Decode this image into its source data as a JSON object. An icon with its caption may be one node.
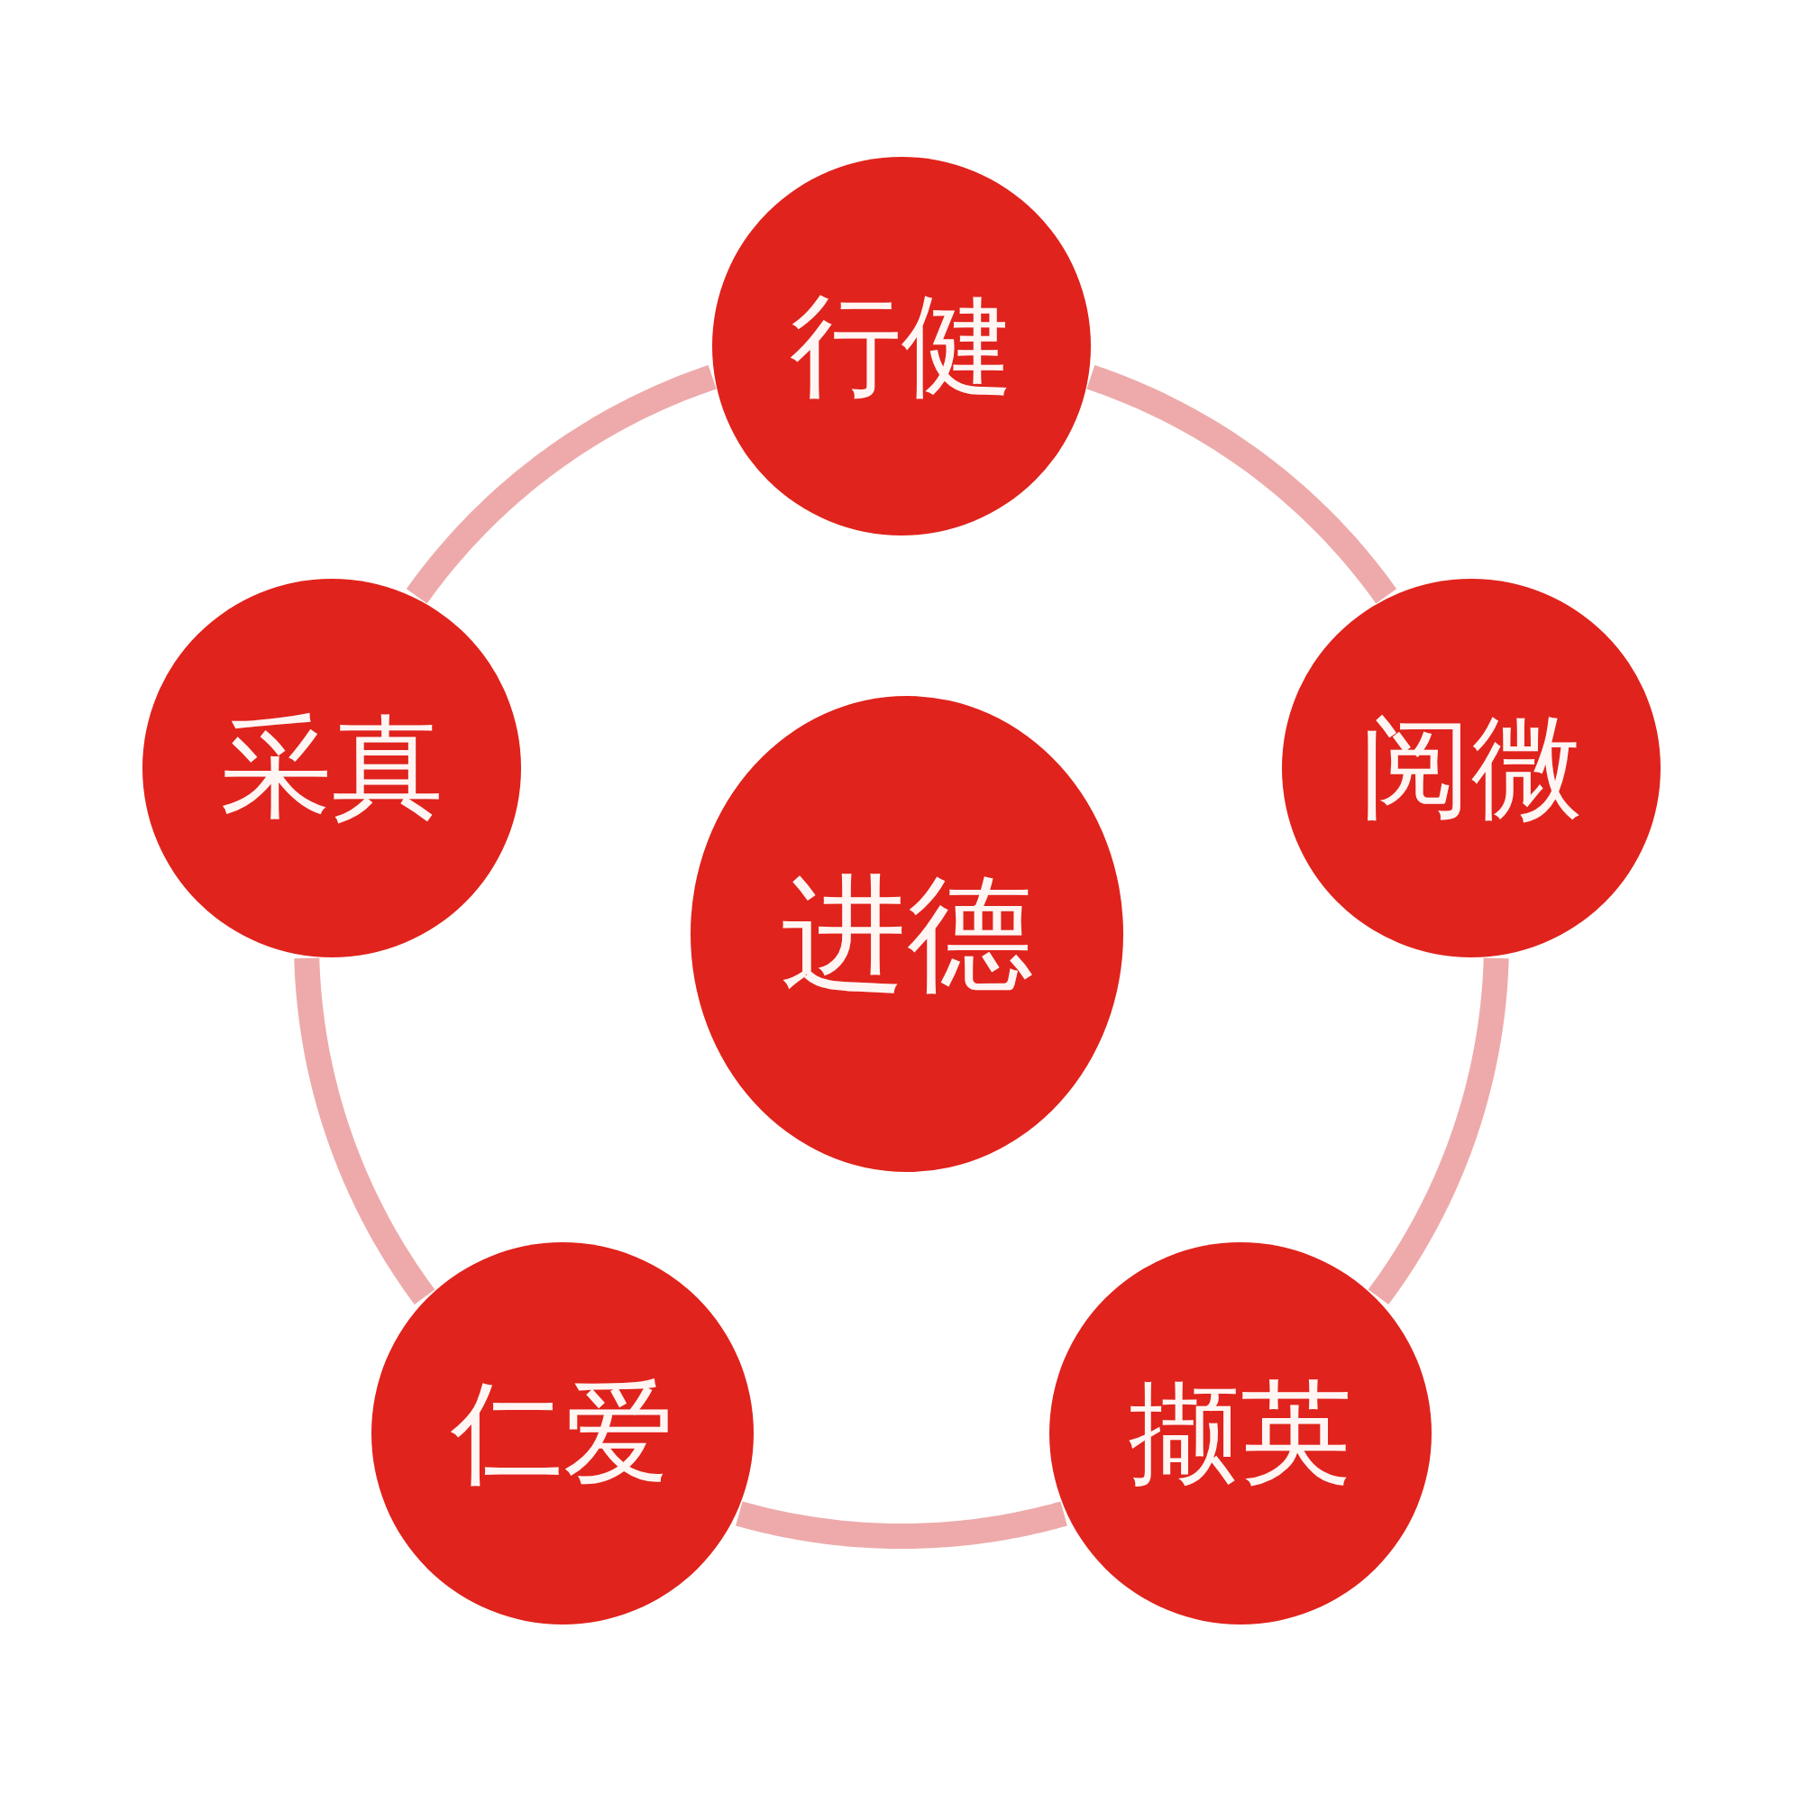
{
  "diagram": {
    "nodes": [
      {
        "text": [
          "行健"
        ]
      },
      {
        "text": [
          "阅微"
        ]
      },
      {
        "text": [
          "撷英"
        ]
      },
      {
        "text": [
          "仁爱"
        ]
      },
      {
        "text": [
          "采真"
        ]
      },
      {
        "text": [
          "进德"
        ]
      }
    ],
    "edges": [
      {
        "from": 0,
        "to": 1,
        "arrow": "none"
      },
      {
        "from": 1,
        "to": 2,
        "arrow": "none"
      },
      {
        "from": 2,
        "to": 3,
        "arrow": "none"
      },
      {
        "from": 3,
        "to": 4,
        "arrow": "none"
      },
      {
        "from": 4,
        "to": 0,
        "arrow": "none"
      }
    ]
  }
}
